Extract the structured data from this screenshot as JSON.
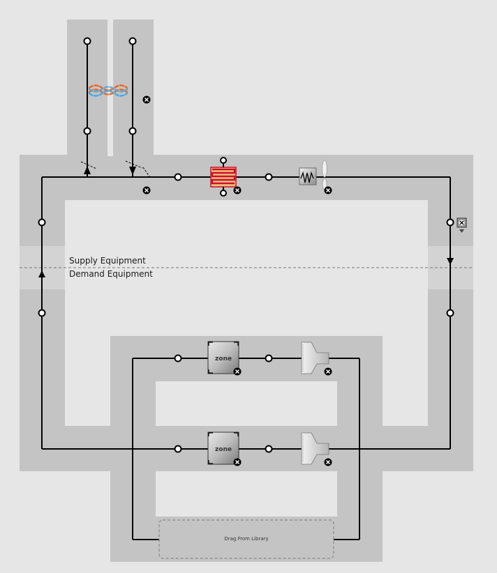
{
  "labels": {
    "supply": "Supply Equipment",
    "demand": "Demand Equipment",
    "zone": "zone",
    "drop_zone": "Drag From Library"
  },
  "colors": {
    "band": "#c4c4c4",
    "background": "#e6e6e6",
    "line": "#000000",
    "coil_red": "#c8102e",
    "coil_fill": "#f6c07a",
    "tower_warm": "#e8692a",
    "tower_cool": "#49a8e0"
  },
  "icons": [
    "cooling-tower-icon",
    "heating-coil-icon",
    "fan-icon",
    "zone-icon",
    "terminal-unit-icon",
    "remove-icon",
    "setpoint-manager-icon",
    "flow-arrow-icon"
  ]
}
